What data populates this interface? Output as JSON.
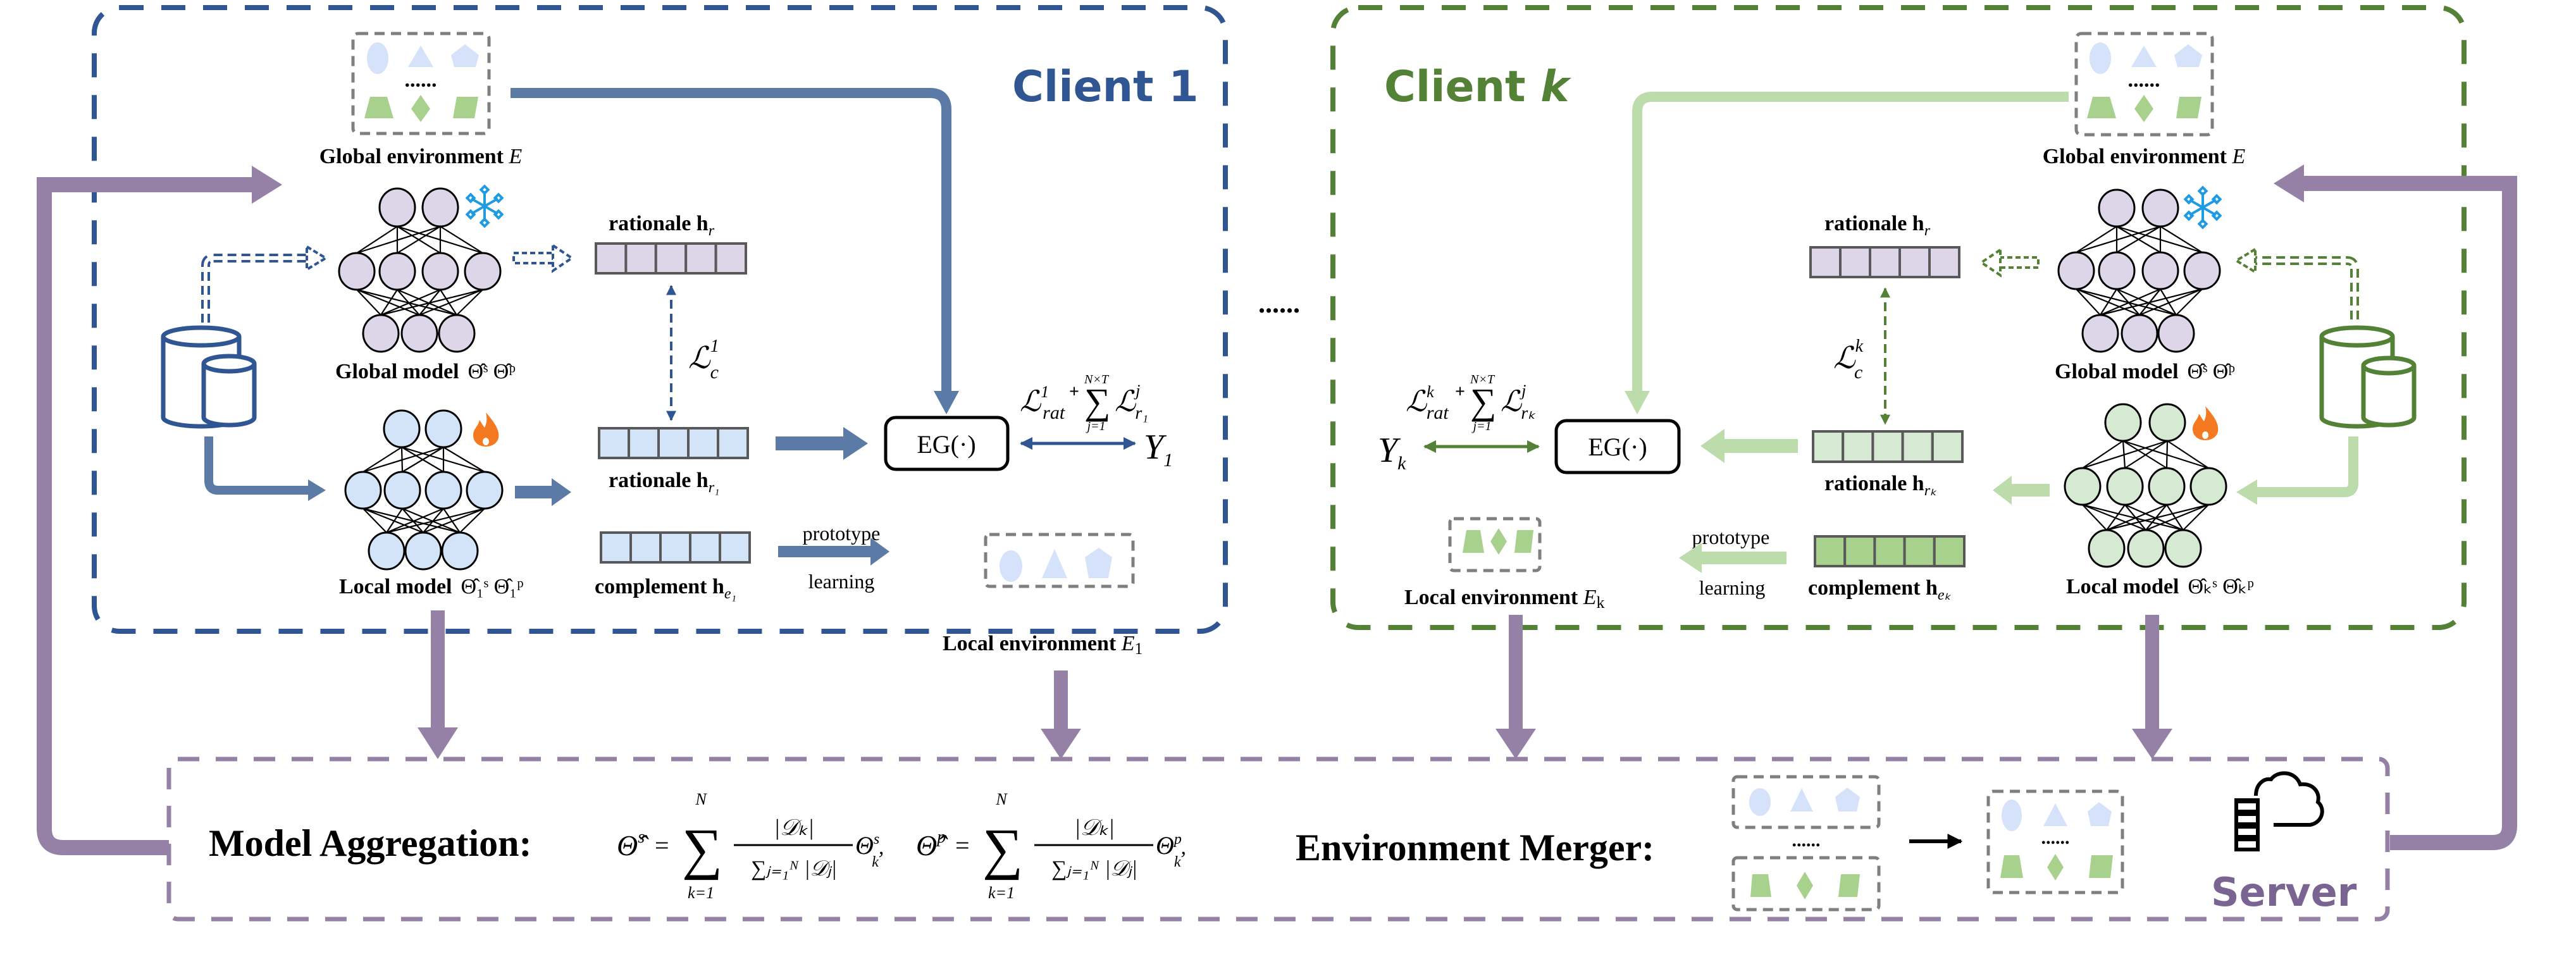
{
  "colors": {
    "client1": "#2f5592",
    "client1_arrow": "#5b7aa6",
    "clientk": "#538135",
    "clientk_arrow": "#bcdcab",
    "server": "#9581a6",
    "server_text": "#7a6492",
    "global_node": "#ddd5e8",
    "local_node_1": "#d3e3f8",
    "local_node_k": "#d6e9d2",
    "proto_blue": "#d6e2fa",
    "proto_green": "#a9d18e",
    "env_border": "#7f7f7f",
    "freeze_icon": "#1f9be0",
    "fire_icon": "#f47920"
  },
  "separator": "......",
  "client1": {
    "title": "Client 1",
    "global_env_label": "Global environment ",
    "global_env_symbol": "E",
    "env_dots": "......",
    "global_model_label": "Global model",
    "global_model_params": "Θ̂ˢ Θ̂ᵖ",
    "local_model_label": "Local model",
    "local_model_params": "Θ̂₁ˢ Θ̂₁ᵖ",
    "rationale_global_label": "rationale h",
    "rationale_global_sub": "r",
    "rationale_local_label": "rationale h",
    "rationale_local_sub": "r₁",
    "complement_label": "complement h",
    "complement_sub": "e₁",
    "contrastive_loss": "ℒ",
    "contrastive_loss_sup": "1",
    "contrastive_loss_sub": "c",
    "eg_label": "EG(·)",
    "loss_rat": "ℒ",
    "loss_rat_sup": "1",
    "loss_rat_sub": "rat",
    "plus": "+",
    "sum_symbol": "∑",
    "sum_upper": "N×T",
    "sum_lower": "j=1",
    "loss_r": "ℒ",
    "loss_r_sup": "j",
    "loss_r_sub": "r₁",
    "target_label": "Y",
    "target_sub": "1",
    "prototype_top": "prototype",
    "prototype_bottom": "learning",
    "local_env_label": "Local environment ",
    "local_env_symbol": "E",
    "local_env_sub": "1"
  },
  "clientk": {
    "title": "Client ",
    "title_italic": "k",
    "global_env_label": "Global environment ",
    "global_env_symbol": "E",
    "env_dots": "......",
    "global_model_label": "Global model",
    "global_model_params": "Θ̂ˢ Θ̂ᵖ",
    "local_model_label": "Local model",
    "local_model_params": "Θ̂ₖˢ Θ̂ₖᵖ",
    "rationale_global_label": "rationale h",
    "rationale_global_sub": "r",
    "rationale_local_label": "rationale h",
    "rationale_local_sub": "rₖ",
    "complement_label": "complement h",
    "complement_sub": "eₖ",
    "contrastive_loss": "ℒ",
    "contrastive_loss_sup": "k",
    "contrastive_loss_sub": "c",
    "eg_label": "EG(·)",
    "loss_rat": "ℒ",
    "loss_rat_sup": "k",
    "loss_rat_sub": "rat",
    "plus": "+",
    "sum_symbol": "∑",
    "sum_upper": "N×T",
    "sum_lower": "j=1",
    "loss_r": "ℒ",
    "loss_r_sup": "j",
    "loss_r_sub": "rₖ",
    "target_label": "Y",
    "target_sub": "k",
    "prototype_top": "prototype",
    "prototype_bottom": "learning",
    "local_env_label": "Local environment ",
    "local_env_symbol": "E",
    "local_env_sub": "k"
  },
  "server": {
    "title": "Server",
    "model_aggregation_label": "Model Aggregation:",
    "formula_s_lhs": "Θ̂",
    "formula_s_lhs_sup": "s",
    "formula_p_lhs": "Θ̂",
    "formula_p_lhs_sup": "p",
    "equals": "=",
    "sum_symbol": "∑",
    "sum_upper": "N",
    "sum_lower": "k=1",
    "fraction_numerator": "|𝒟ₖ|",
    "fraction_denominator": "∑ⱼ₌₁ᴺ |𝒟ⱼ|",
    "theta_s": "Θ",
    "theta_s_sup": "s",
    "theta_s_sub": "k",
    "theta_p": "Θ",
    "theta_p_sup": "p",
    "theta_p_sub": "k",
    "comma": ",",
    "environment_merger_label": "Environment Merger:",
    "env_dots": "......"
  }
}
